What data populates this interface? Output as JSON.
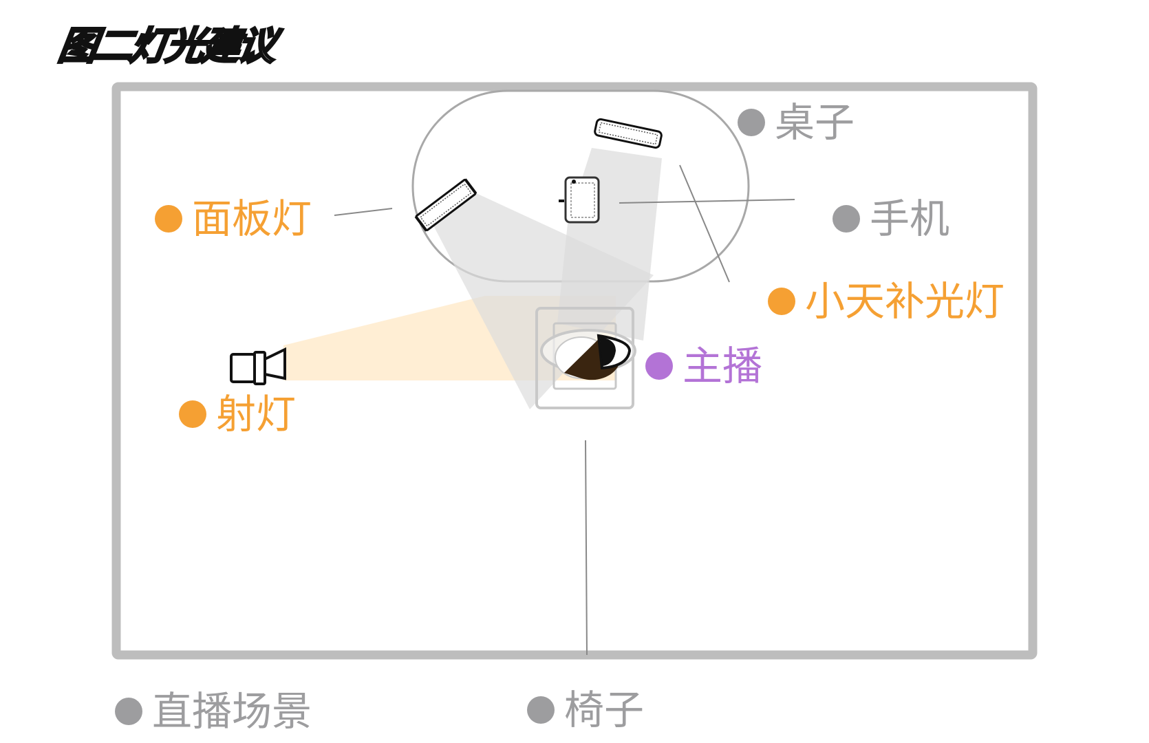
{
  "title": "图二灯光建议",
  "colors": {
    "light": "#F5A033",
    "prop": "#9D9D9F",
    "host": "#B373D6",
    "frame": "#BDBDBD",
    "beam_warm": "#FFEBCC",
    "beam_gray": "#DCDCDC"
  },
  "labels": {
    "table": "桌子",
    "panel_light": "面板灯",
    "phone": "手机",
    "fill_light": "小天补光灯",
    "host": "主播",
    "spotlight": "射灯",
    "scene": "直播场景",
    "chair": "椅子"
  }
}
